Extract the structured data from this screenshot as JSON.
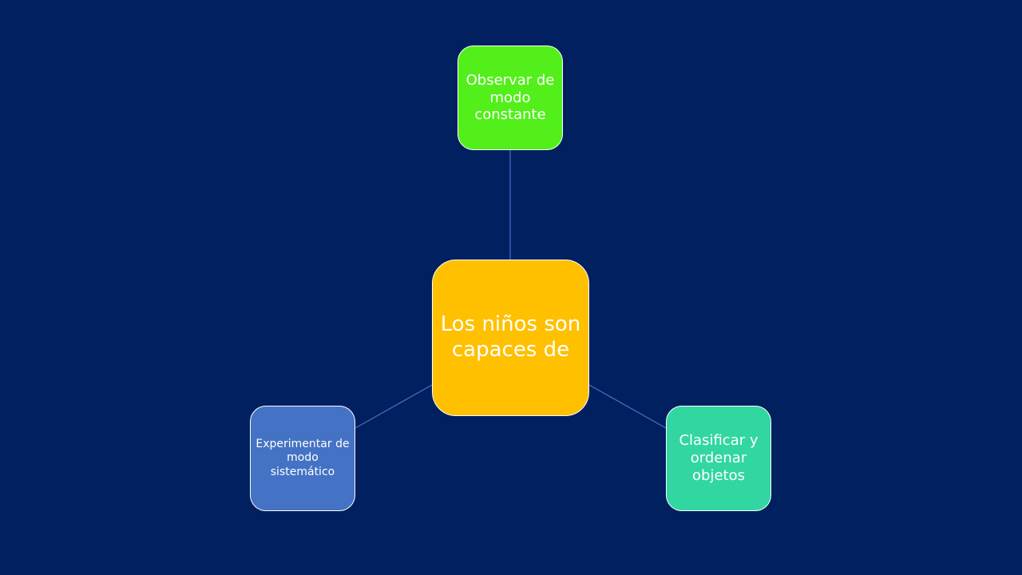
{
  "diagram": {
    "background": "#002060",
    "center": {
      "label": "Los niños son capaces de",
      "color": "#ffc000"
    },
    "children": [
      {
        "label": "Observar de modo constante",
        "color": "#52ef1a"
      },
      {
        "label": "Clasificar y ordenar objetos",
        "color": "#32d6a0"
      },
      {
        "label": "Experimentar de modo sistemático",
        "color": "#4472c4"
      }
    ]
  }
}
